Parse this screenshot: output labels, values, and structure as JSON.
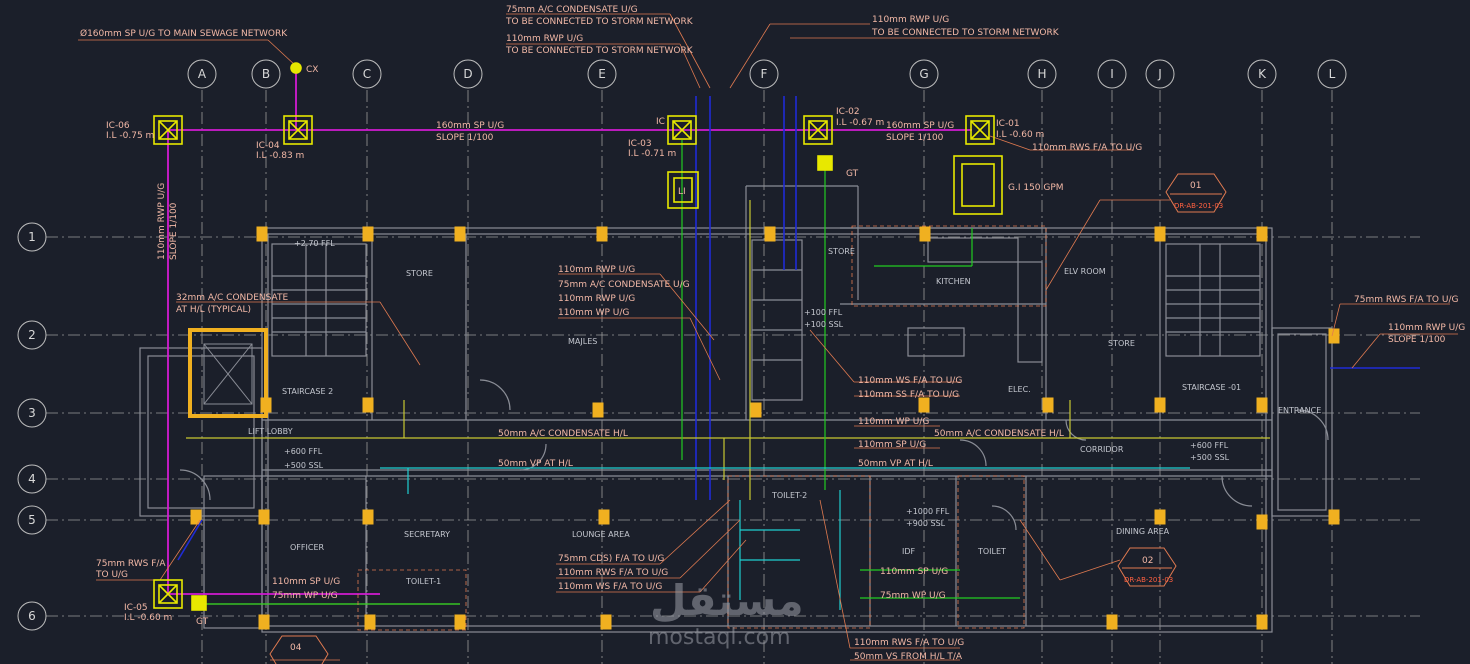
{
  "grid": {
    "columns": [
      "A",
      "B",
      "C",
      "D",
      "E",
      "F",
      "G",
      "H",
      "I",
      "J",
      "K",
      "L"
    ],
    "rows": [
      "1",
      "2",
      "3",
      "4",
      "5",
      "6"
    ]
  },
  "rooms": {
    "store1": "STORE",
    "staircase2": "STAIRCASE 2",
    "lift_lobby": "LIFT LOBBY",
    "majles": "MAJLES",
    "store2": "STORE",
    "kitchen": "KITCHEN",
    "elv_room": "ELV ROOM",
    "store3": "STORE",
    "elec": "ELEC.",
    "staircase1": "STAIRCASE -01",
    "entrance": "ENTRANCE",
    "corridor": "CORRIDOR",
    "officer": "OFFICER",
    "secretary": "SECRETARY",
    "lounge": "LOUNGE AREA",
    "toilet2": "TOILET-2",
    "idf": "IDF",
    "toilet": "TOILET",
    "dining": "DINING AREA",
    "toilet1": "TOILET-1"
  },
  "manholes": {
    "ic06_name": "IC-06",
    "ic06_il": "I.L -0.75 m",
    "ic04_name": "IC-04",
    "ic04_il": "I.L -0.83 m",
    "ic_name": "IC",
    "ic03_name": "IC-03",
    "ic03_il": "I.L -0.71 m",
    "ic02_name": "IC-02",
    "ic02_il": "I.L -0.67 m",
    "ic01_name": "IC-01",
    "ic01_il": "I.L -0.60 m",
    "ic05_name": "IC-05",
    "ic05_il": "I.L -0.60 m",
    "cx": "CX",
    "li": "LI",
    "gt1": "GT",
    "gt2": "GT",
    "gi": "G.I 150 GPM"
  },
  "levels": {
    "ffl1": "+2.70  FFL",
    "ffl2": "+600  FFL",
    "ssl2": "+500  SSL",
    "ffl3": "+1000  FFL",
    "ssl3": "+900  SSL",
    "ffl4": "+600  FFL",
    "ssl4": "+500  SSL",
    "ffl5": "+100  FFL",
    "ssl5": "+100  SSL"
  },
  "annotations": {
    "main_sewage": "Ø160mm SP U/G TO MAIN SEWAGE NETWORK",
    "ac_storm_1": "75mm A/C CONDENSATE U/G",
    "ac_storm_2": "TO BE CONNECTED TO STORM NETWORK",
    "rwp_storm_1": "110mm RWP U/G",
    "rwp_storm_2": "TO BE CONNECTED TO STORM NETWORK",
    "rwp_right_1": "110mm RWP U/G",
    "rwp_right_2": "TO BE CONNECTED TO STORM NETWORK",
    "sp_slope_1": "160mm SP U/G",
    "sp_slope_2": "SLOPE 1/100",
    "sp_slope_r1": "160mm SP U/G",
    "sp_slope_r2": "SLOPE 1/100",
    "rws_fa_top": "110mm RWS F/A TO U/G",
    "rwp_vertical_1": "110mm RWP U/G",
    "rwp_vertical_2": "SLOPE 1/100",
    "ac_hl_1": "32mm A/C CONDENSATE",
    "ac_hl_2": "AT H/L (TYPICAL)",
    "mid_1": "110mm RWP U/G",
    "mid_2": "75mm A/C CONDENSATE U/G",
    "mid_3": "110mm RWP U/G",
    "mid_4": "110mm WP U/G",
    "ws_fa": "110mm WS F/A TO U/G",
    "ss_fa": "110mm SS F/A TO U/G",
    "wp_ug": "110mm WP U/G",
    "sp_ug": "110mm SP U/G",
    "ac_hl_left": "50mm A/C CONDENSATE H/L",
    "ac_hl_right": "50mm A/C CONDENSATE H/L",
    "vp_left": "50mm VP AT H/L",
    "vp_right": "50mm VP AT H/L",
    "rws_fa_right": "75mm RWS F/A TO U/G",
    "rwp_right_a": "110mm RWP U/G",
    "rwp_right_b": "SLOPE 1/100",
    "rws_left_1": "75mm RWS F/A",
    "rws_left_2": "TO U/G",
    "sp_bottom": "110mm SP U/G",
    "wp_bottom": "75mm WP U/G",
    "cds": "75mm CDS) F/A TO U/G",
    "rws_fa_mid": "110mm RWS F/A TO U/G",
    "ws_fa_mid": "110mm WS F/A TO U/G",
    "sp_right_bottom": "110mm SP U/G",
    "wp_right_bottom": "75mm WP U/G",
    "rws_fa_bottom": "110mm RWS F/A TO U/G",
    "vs_hl": "50mm VS FROM H/L T/A"
  },
  "details": {
    "d01_num": "01",
    "d01_ref": "DR-AB-201-03",
    "d02_num": "02",
    "d02_ref": "DR-AB-201-03",
    "d04_num": "04"
  },
  "watermark": {
    "arabic": "مستقل",
    "latin": "mostaql.com"
  },
  "colors": {
    "background": "#1b1f2a",
    "walls": "#8a8d96",
    "gridline": "#9a9a9a",
    "sewer": "#d21bd2",
    "rainwater": "#1f2bd6",
    "condensate": "#c8c832",
    "waste": "#22cc22",
    "vent": "#1fcfd0",
    "leader": "#e07a50",
    "column": "#f0b020",
    "label": "#f2b8a6",
    "chamber": "#e8e800"
  }
}
